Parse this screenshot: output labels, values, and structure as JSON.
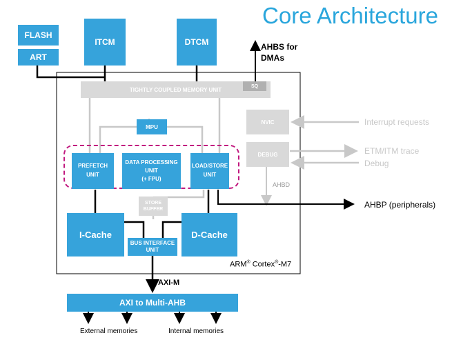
{
  "title": "Core Architecture",
  "blocks": {
    "flash": "FLASH",
    "art": "ART",
    "itcm": "ITCM",
    "dtcm": "DTCM",
    "tcm_unit": "TIGHTLY COUPLED MEMORY UNIT",
    "sq": "SQ",
    "mpu": "MPU",
    "nvic": "NVIC",
    "debug": "DEBUG",
    "prefetch": "PREFETCH UNIT",
    "dpu_line1": "DATA PROCESSING UNIT",
    "dpu_line2": "(+ FPU)",
    "loadstore": "LOAD/STORE UNIT",
    "store_buffer": "STORE BUFFER",
    "icache": "I-Cache",
    "dcache": "D-Cache",
    "biu": "BUS INTERFACE UNIT",
    "axi": "AXI to Multi-AHB"
  },
  "labels": {
    "ahbs": "AHBS for DMAs",
    "interrupt": "Interrupt requests",
    "etm": "ETM/ITM trace",
    "debug": "Debug",
    "ahbd": "AHBD",
    "ahbp": "AHBP (peripherals)",
    "core_brand": "ARM",
    "core_reg": "®",
    "core_name": "Cortex",
    "core_model": "-M7",
    "axim": "AXI-M",
    "external": "External memories",
    "internal": "Internal memories"
  },
  "colors": {
    "title": "#2aa6dc",
    "block": "#36a3db",
    "inactive": "#d9d9d9",
    "highlight": "#c1197f"
  }
}
